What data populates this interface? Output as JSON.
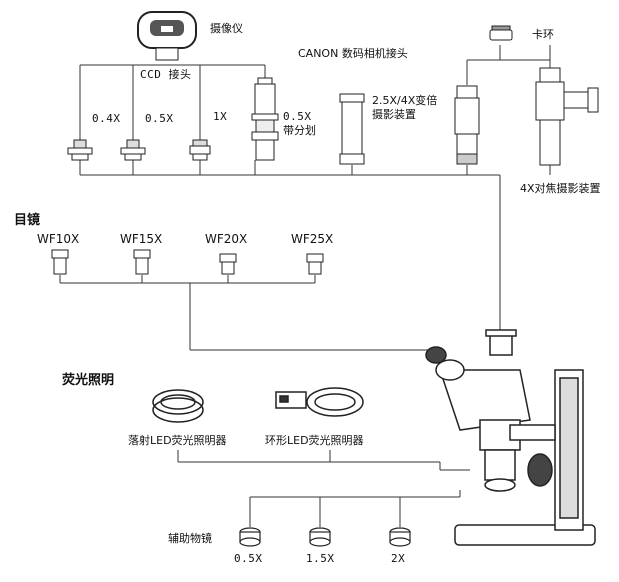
{
  "camera": {
    "title": "摄像仪",
    "ccd": "CCD 接头"
  },
  "adapters": [
    "0.4X",
    "0.5X",
    "1X"
  ],
  "split_label": "0.5X",
  "split_label2": "带分划",
  "canon": "CANON 数码相机接头",
  "zoom_label": "2.5X/4X变倍",
  "zoom_label2": "摄影装置",
  "ring_label": "卡环",
  "focus_label": "4X对焦摄影装置",
  "eyepiece": {
    "title": "目镜",
    "items": [
      "WF10X",
      "WF15X",
      "WF20X",
      "WF25X"
    ]
  },
  "illum": {
    "title": "荧光照明",
    "items": [
      "落射LED荧光照明器",
      "环形LED荧光照明器"
    ]
  },
  "aux": {
    "title": "辅助物镜",
    "items": [
      "0.5X",
      "1.5X",
      "2X"
    ]
  }
}
